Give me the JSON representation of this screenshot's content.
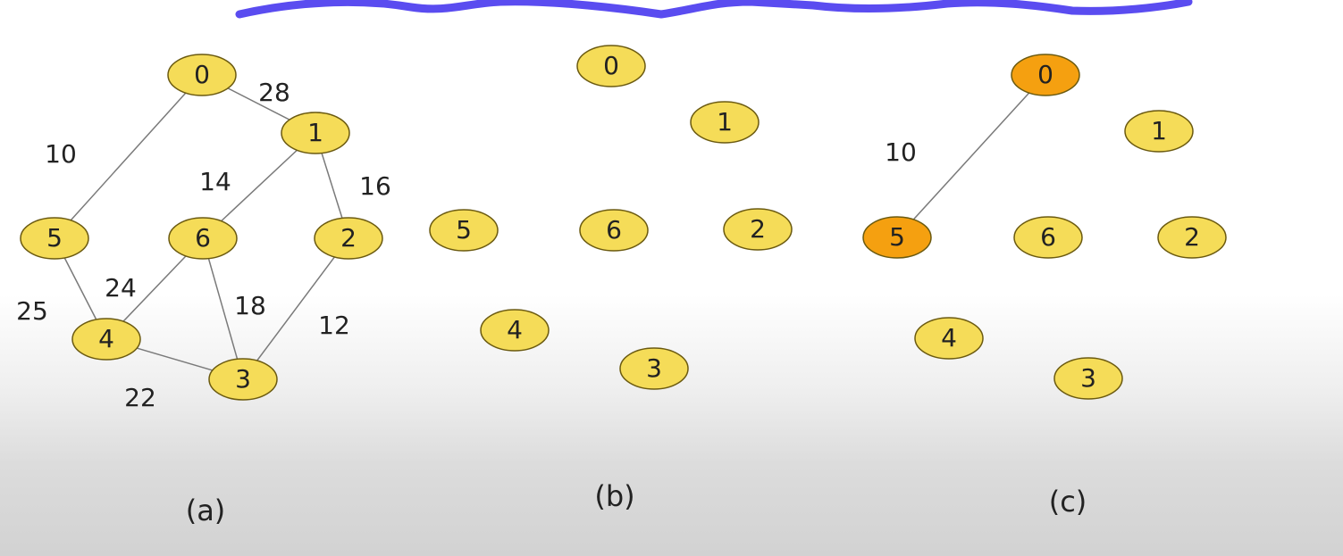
{
  "colors": {
    "node_fill": "#f5dc58",
    "node_highlight": "#f5a010",
    "scribble": "#5a4cf0"
  },
  "panels": [
    {
      "caption": "(a)",
      "nodes": [
        {
          "id": "0",
          "highlight": false
        },
        {
          "id": "1",
          "highlight": false
        },
        {
          "id": "2",
          "highlight": false
        },
        {
          "id": "3",
          "highlight": false
        },
        {
          "id": "4",
          "highlight": false
        },
        {
          "id": "5",
          "highlight": false
        },
        {
          "id": "6",
          "highlight": false
        }
      ],
      "edges": [
        {
          "from": "0",
          "to": "1",
          "weight": "28"
        },
        {
          "from": "0",
          "to": "5",
          "weight": "10"
        },
        {
          "from": "1",
          "to": "6",
          "weight": "14"
        },
        {
          "from": "1",
          "to": "2",
          "weight": "16"
        },
        {
          "from": "6",
          "to": "4",
          "weight": "24"
        },
        {
          "from": "5",
          "to": "4",
          "weight": "25"
        },
        {
          "from": "6",
          "to": "3",
          "weight": "18"
        },
        {
          "from": "2",
          "to": "3",
          "weight": "12"
        },
        {
          "from": "4",
          "to": "3",
          "weight": "22"
        }
      ]
    },
    {
      "caption": "(b)",
      "nodes": [
        {
          "id": "0",
          "highlight": false
        },
        {
          "id": "1",
          "highlight": false
        },
        {
          "id": "2",
          "highlight": false
        },
        {
          "id": "3",
          "highlight": false
        },
        {
          "id": "4",
          "highlight": false
        },
        {
          "id": "5",
          "highlight": false
        },
        {
          "id": "6",
          "highlight": false
        }
      ],
      "edges": []
    },
    {
      "caption": "(c)",
      "nodes": [
        {
          "id": "0",
          "highlight": true
        },
        {
          "id": "1",
          "highlight": false
        },
        {
          "id": "2",
          "highlight": false
        },
        {
          "id": "3",
          "highlight": false
        },
        {
          "id": "4",
          "highlight": false
        },
        {
          "id": "5",
          "highlight": true
        },
        {
          "id": "6",
          "highlight": false
        }
      ],
      "edges": [
        {
          "from": "0",
          "to": "5",
          "weight": "10"
        }
      ]
    }
  ]
}
